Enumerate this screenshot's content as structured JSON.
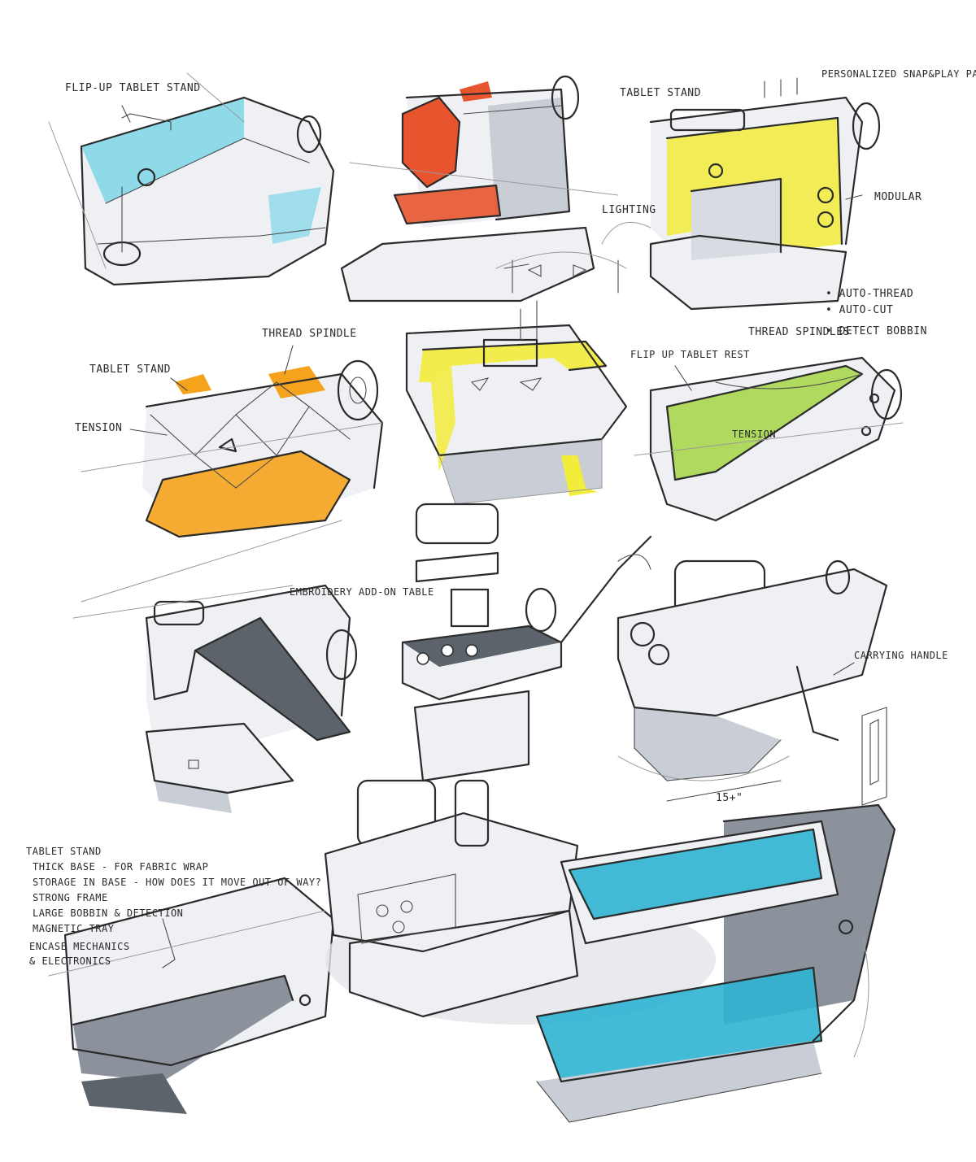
{
  "palette": {
    "ink": "#2b2b2b",
    "body_gray": "#eef0f4",
    "shadow_gray": "#c9cdd6",
    "cyan": "#7ed6e6",
    "red_orange": "#e8542e",
    "yellow": "#f2ec3a",
    "orange": "#f5a21c",
    "lime_green": "#9fd43a",
    "teal_blue": "#2fb3d1"
  },
  "annotations": {
    "flip_up_tablet_stand": "FLIP-UP TABLET STAND",
    "tablet_stand_top_right": "TABLET STAND",
    "personalized_panels": "PERSONALIZED SNAP&PLAY PANELS",
    "lighting": "LIGHTING",
    "modular": "MODULAR",
    "auto_thread": "• AUTO-THREAD",
    "auto_cut": "• AUTO-CUT",
    "detect_bobbin": "• DETECT BOBBIN",
    "thread_spindle": "THREAD SPINDLE",
    "tablet_stand_mid": "TABLET STAND",
    "tension_left": "TENSION",
    "thread_spindles": "THREAD SPINDLES",
    "flip_up_tablet_rest": "FLIP UP TABLET REST",
    "tension_right": "TENSION",
    "embroidery_table": "EMBROIDERY ADD-ON TABLE",
    "carrying_handle": "CARRYING HANDLE",
    "dimension": "15+\"",
    "notes_list": [
      "TABLET STAND",
      "THICK BASE - FOR FABRIC WRAP",
      "STORAGE IN BASE - HOW DOES IT MOVE OUT OF WAY?",
      "STRONG FRAME",
      "LARGE BOBBIN & DETECTION",
      "MAGNETIC TRAY",
      "ENCASE MECHANICS",
      "& ELECTRONICS"
    ]
  }
}
